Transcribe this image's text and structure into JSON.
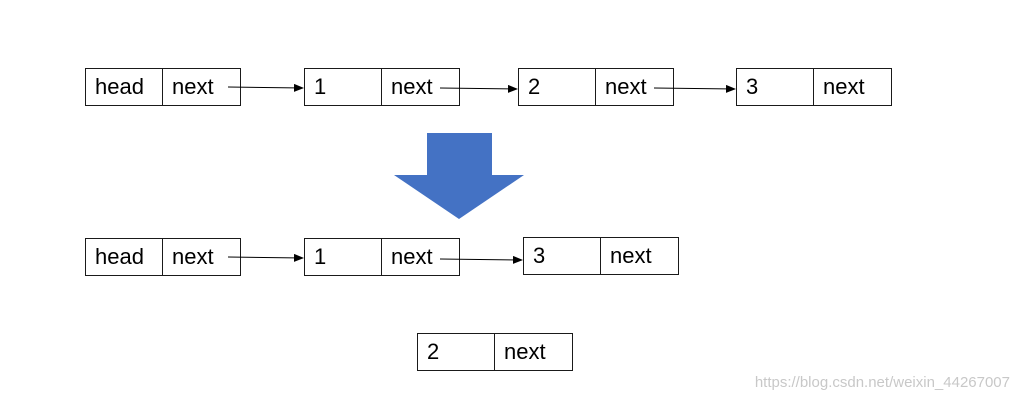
{
  "before": {
    "nodes": [
      {
        "value": "head",
        "next": "next"
      },
      {
        "value": "1",
        "next": "next"
      },
      {
        "value": "2",
        "next": "next"
      },
      {
        "value": "3",
        "next": "next"
      }
    ]
  },
  "after": {
    "nodes": [
      {
        "value": "head",
        "next": "next"
      },
      {
        "value": "1",
        "next": "next"
      },
      {
        "value": "3",
        "next": "next"
      }
    ]
  },
  "removed": {
    "value": "2",
    "next": "next"
  },
  "colors": {
    "down_arrow": "#4472C4",
    "border": "#1a1a1a"
  },
  "watermark": "https://blog.csdn.net/weixin_44267007"
}
